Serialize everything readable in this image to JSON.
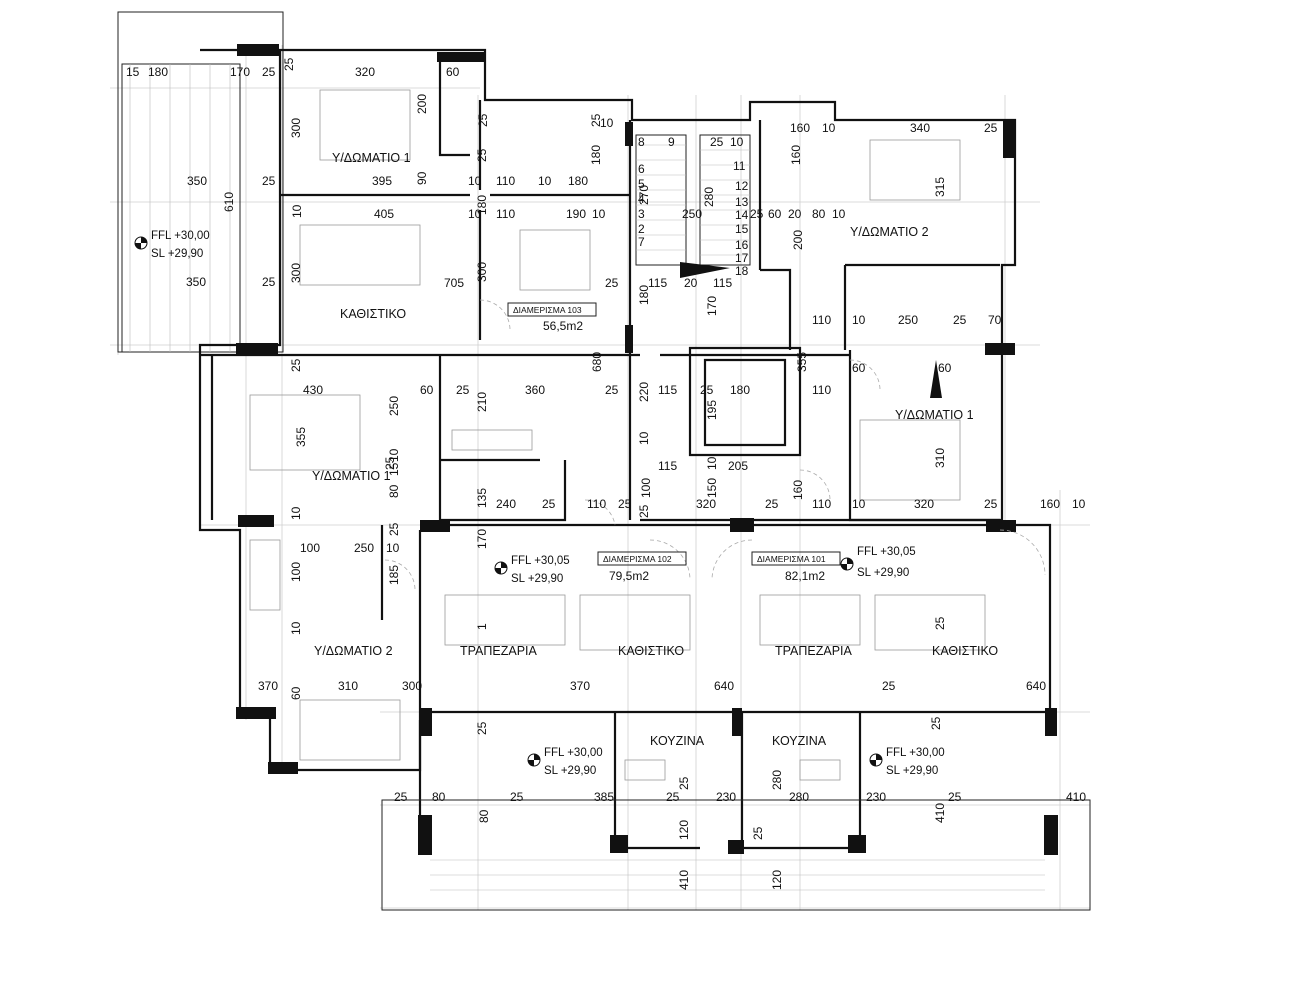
{
  "rooms": {
    "bedroom1_tl": "Υ/ΔΩΜΑΤΙΟ 1",
    "living_tl": "ΚΑΘΙΣΤΙΚΟ",
    "bedroom1_ml": "Υ/ΔΩΜΑΤΙΟ 1",
    "bedroom2_bl": "Υ/ΔΩΜΑΤΙΟ 2",
    "dining_102": "ΤΡΑΠΕΖΑΡΙΑ",
    "living_102": "ΚΑΘΙΣΤΙΚΟ",
    "kitchen_102": "ΚΟΥΖΙΝΑ",
    "kitchen_101": "ΚΟΥΖΙΝΑ",
    "dining_101": "ΤΡΑΠΕΖΑΡΙΑ",
    "living_101": "ΚΑΘΙΣΤΙΚΟ",
    "bedroom2_tr": "Υ/ΔΩΜΑΤΙΟ 2",
    "bedroom1_mr": "Υ/ΔΩΜΑΤΙΟ 1"
  },
  "apartments": [
    {
      "name": "ΔΙΑΜΕΡΙΣΜΑ 103",
      "area": "56,5m2"
    },
    {
      "name": "ΔΙΑΜΕΡΙΣΜΑ 102",
      "area": "79,5m2"
    },
    {
      "name": "ΔΙΑΜΕΡΙΣΜΑ 101",
      "area": "82,1m2"
    }
  ],
  "levels": [
    {
      "ffl": "FFL +30,00",
      "sl": "SL   +29,90"
    },
    {
      "ffl": "FFL +30,05",
      "sl": "SL   +29,90"
    },
    {
      "ffl": "FFL +30,05",
      "sl": "SL   +29,90"
    },
    {
      "ffl": "FFL +30,00",
      "sl": "SL   +29,90"
    },
    {
      "ffl": "FFL +30,00",
      "sl": "SL   +29,90"
    }
  ],
  "dimensions": [
    "15",
    "180",
    "170",
    "25",
    "320",
    "60",
    "25",
    "25",
    "10",
    "160",
    "10",
    "340",
    "25",
    "10",
    "300",
    "200",
    "25",
    "25",
    "180",
    "180",
    "8",
    "9",
    "25",
    "10",
    "160",
    "350",
    "25",
    "395",
    "90",
    "10",
    "110",
    "10",
    "180",
    "11",
    "315",
    "610",
    "405",
    "10",
    "110",
    "190",
    "10",
    "270",
    "280",
    "12",
    "13",
    "25",
    "60",
    "20",
    "80",
    "10",
    "250",
    "14",
    "15",
    "16",
    "17",
    "18",
    "300",
    "705",
    "300",
    "25",
    "200",
    "350",
    "25",
    "115",
    "20",
    "115",
    "180",
    "170",
    "Υ",
    "110",
    "10",
    "250",
    "25",
    "70",
    "25",
    "430",
    "60",
    "25",
    "360",
    "680",
    "25",
    "220",
    "115",
    "25",
    "180",
    "355",
    "110",
    "60",
    "60",
    "250",
    "210",
    "195",
    "355",
    "10",
    "115",
    "10",
    "205",
    "310",
    "25",
    "135",
    "240",
    "25",
    "110",
    "25",
    "25",
    "100",
    "150",
    "320",
    "25",
    "160",
    "110",
    "10",
    "320",
    "25",
    "160",
    "10",
    "10",
    "80",
    "15",
    "10",
    "25",
    "100",
    "250",
    "10",
    "100",
    "185",
    "170",
    "10",
    "10",
    "2",
    "3",
    "4",
    "5",
    "6",
    "7",
    "1",
    "370",
    "640",
    "25",
    "640",
    "25",
    "370",
    "60",
    "310",
    "300",
    "25",
    "25",
    "25",
    "25",
    "80",
    "25",
    "385",
    "25",
    "230",
    "25",
    "280",
    "280",
    "230",
    "25",
    "410",
    "80",
    "410",
    "410",
    "120",
    "120",
    "25",
    "25"
  ]
}
